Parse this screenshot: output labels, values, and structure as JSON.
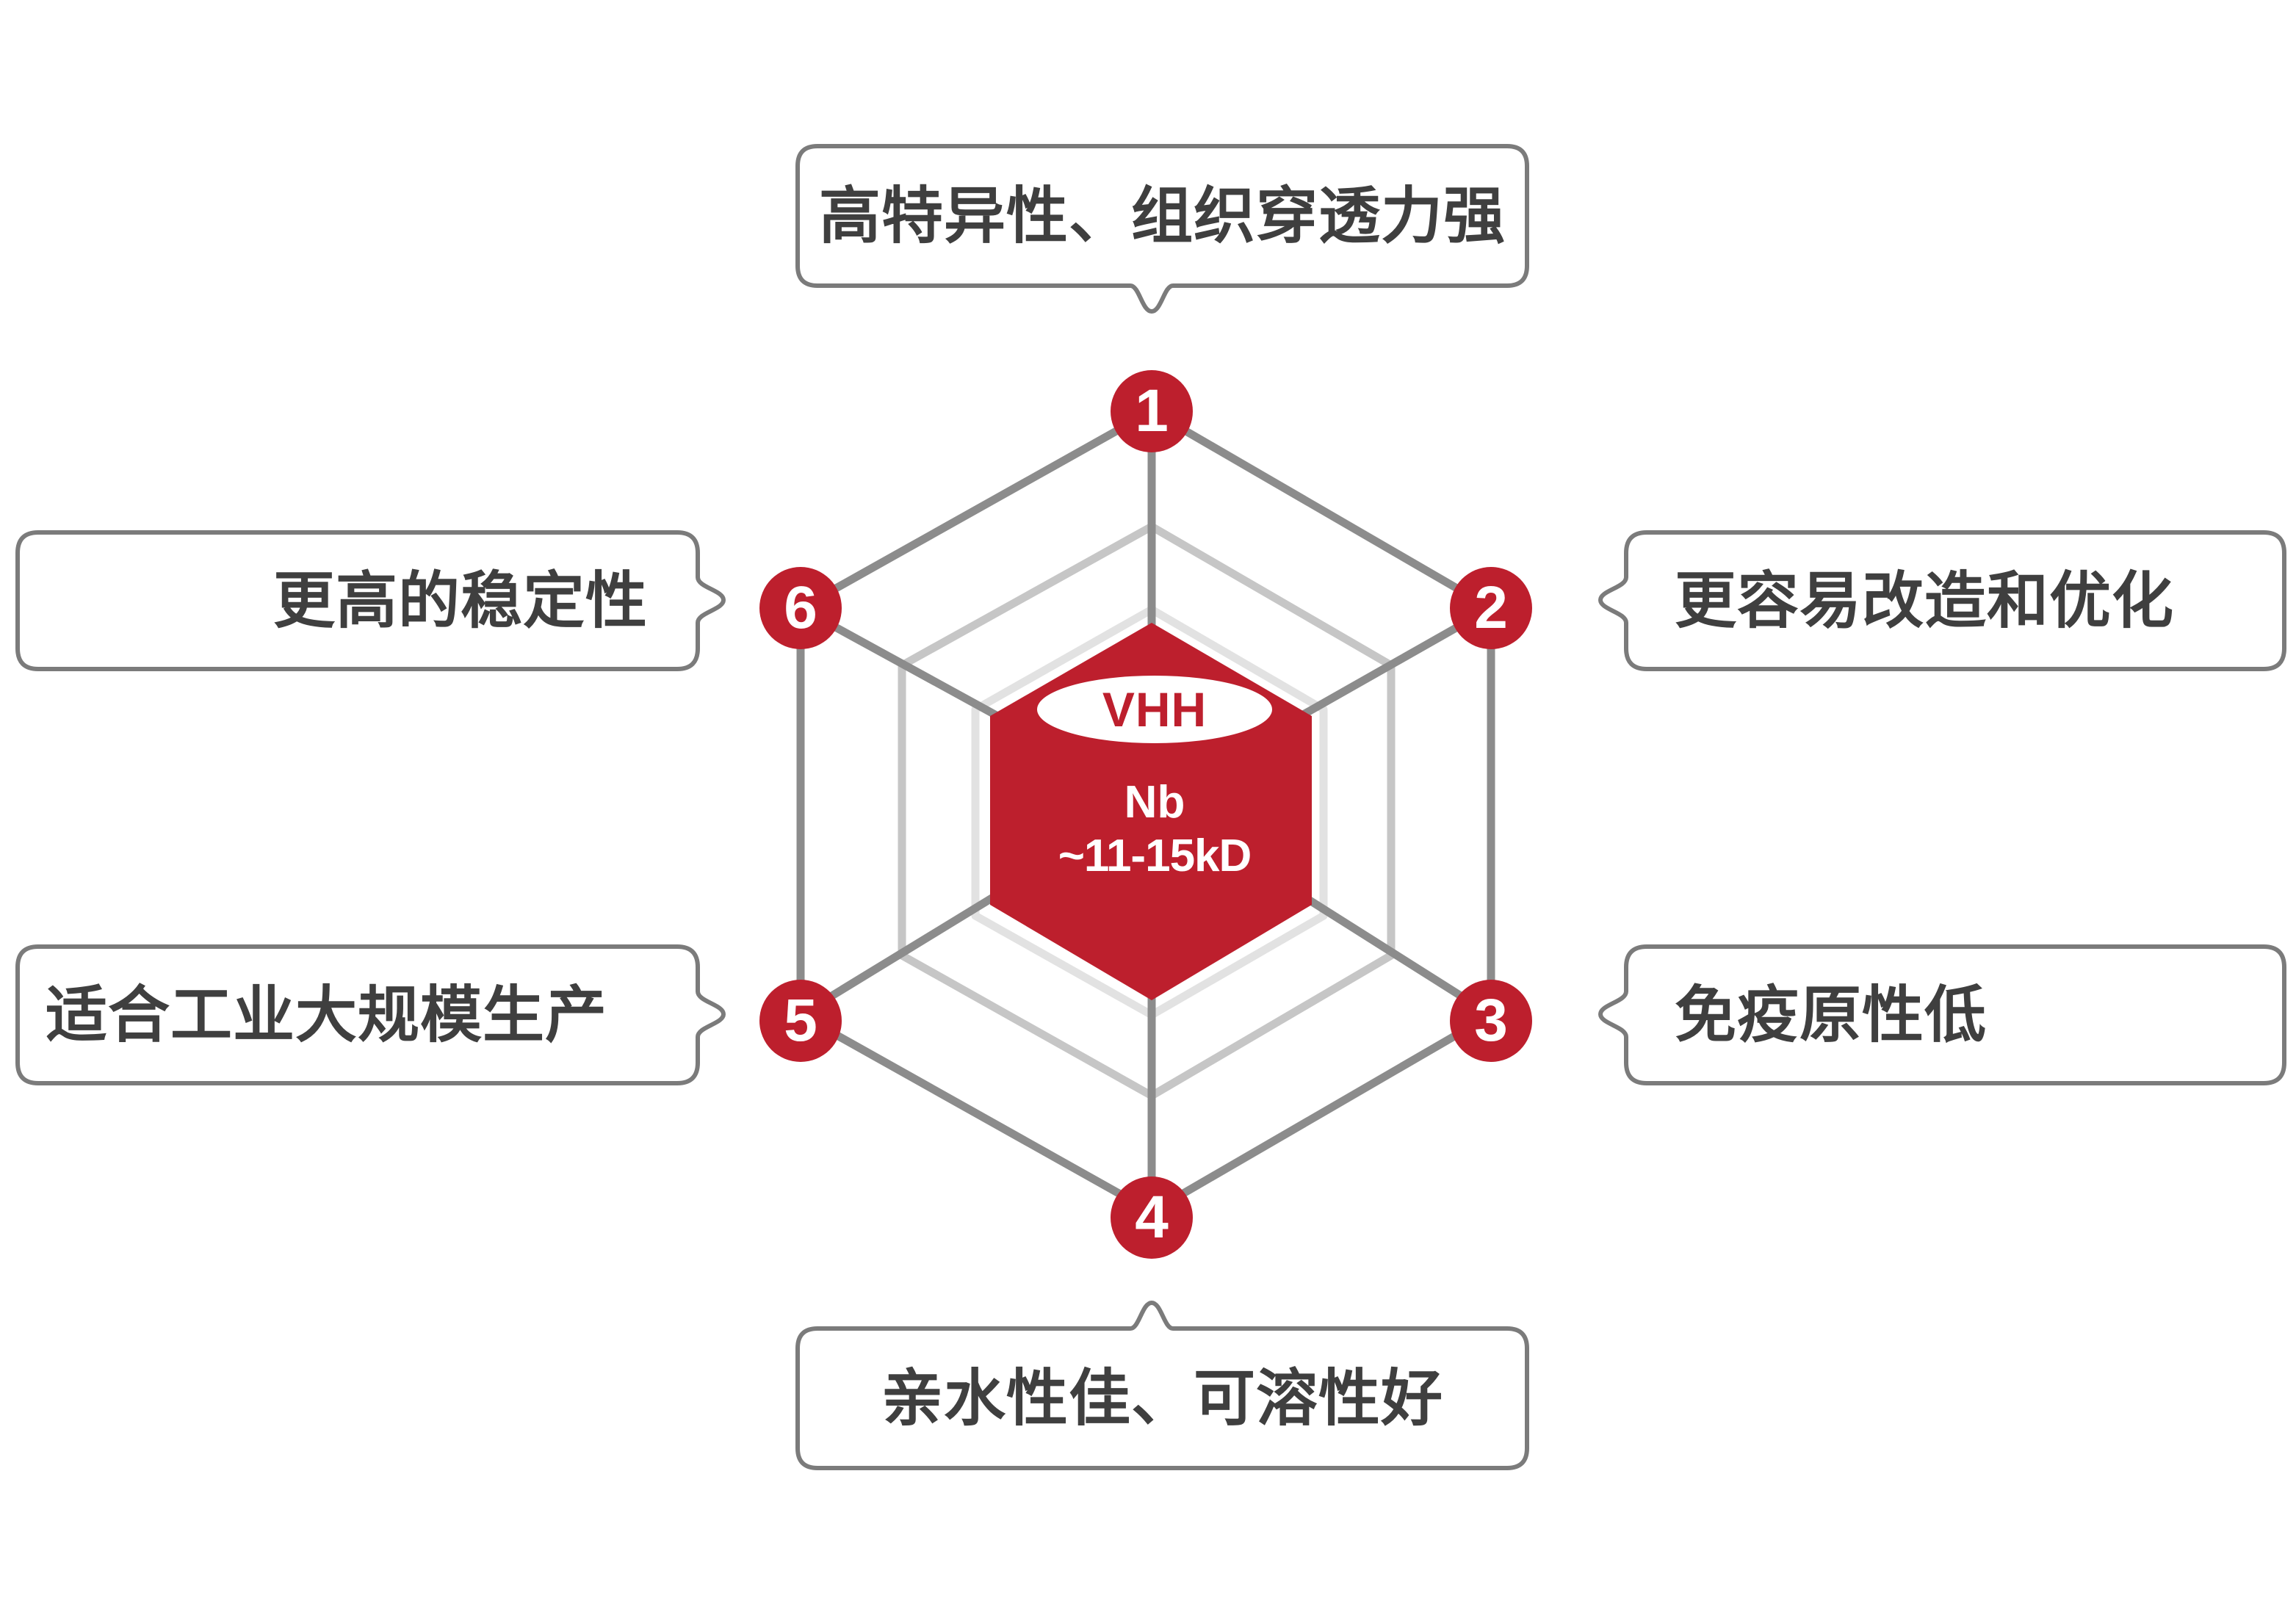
{
  "diagram": {
    "center": {
      "pill_label": "VHH",
      "line1": "Nb",
      "line2": "~11-15kD",
      "fill_color": "#bd1f2d",
      "text_color": "#ffffff",
      "pill_text_color": "#bd1f2d"
    },
    "ring_colors": {
      "outer": "#8c8c8c",
      "middle": "#c6c6c6",
      "inner": "#e2e2e2",
      "spoke": "#8c8c8c"
    },
    "badge_color": "#bd1f2d",
    "callout_border_color": "#7b7b7b",
    "callout_text_color": "#3f3f3f",
    "nodes": [
      {
        "number": "1",
        "position": "top",
        "label": "高特异性、组织穿透力强"
      },
      {
        "number": "2",
        "position": "top-right",
        "label": "更容易改造和优化"
      },
      {
        "number": "3",
        "position": "bottom-right",
        "label": "免疫原性低"
      },
      {
        "number": "4",
        "position": "bottom",
        "label": "亲水性佳、可溶性好"
      },
      {
        "number": "5",
        "position": "bottom-left",
        "label": "适合工业大规模生产"
      },
      {
        "number": "6",
        "position": "top-left",
        "label": "更高的稳定性"
      }
    ]
  }
}
